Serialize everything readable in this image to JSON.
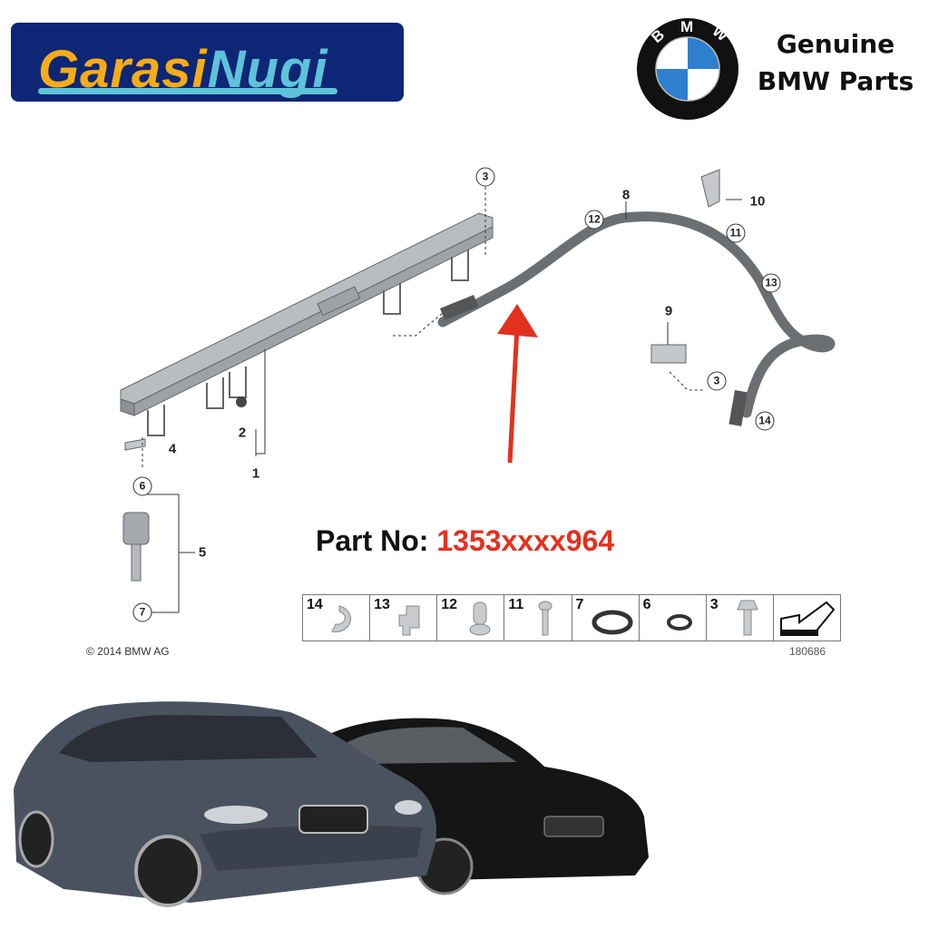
{
  "logo": {
    "part1": "Garasi",
    "part2": "Nugi"
  },
  "brand": {
    "badge_letters": "BMW",
    "line1": "Genuine",
    "line2": "BMW Parts",
    "colors": {
      "blue": "#2f7fcf",
      "ring": "#111111"
    }
  },
  "diagram": {
    "callouts": [
      {
        "label": "3",
        "circled": true
      },
      {
        "label": "8",
        "circled": false
      },
      {
        "label": "12",
        "circled": true
      },
      {
        "label": "10",
        "circled": false
      },
      {
        "label": "11",
        "circled": true
      },
      {
        "label": "13",
        "circled": true
      },
      {
        "label": "9",
        "circled": false
      },
      {
        "label": "3",
        "circled": true
      },
      {
        "label": "14",
        "circled": true
      },
      {
        "label": "2",
        "circled": false
      },
      {
        "label": "4",
        "circled": false
      },
      {
        "label": "1",
        "circled": false
      },
      {
        "label": "6",
        "circled": true
      },
      {
        "label": "5",
        "circled": false
      },
      {
        "label": "7",
        "circled": true
      }
    ],
    "part_number_label": "Part No:",
    "part_number_value": "1353xxxx964",
    "parts_strip": [
      "14",
      "13",
      "12",
      "11",
      "7",
      "6",
      "3"
    ],
    "copyright": "© 2014 BMW AG",
    "diagram_code": "180686",
    "accent_color": "#e3311f"
  }
}
